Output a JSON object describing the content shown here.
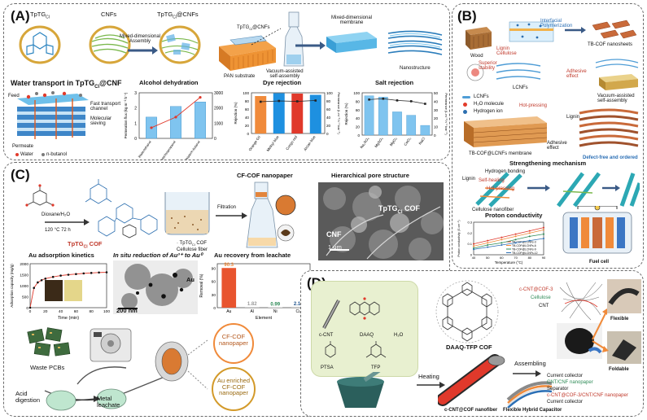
{
  "panels": {
    "A": {
      "label": "(A)",
      "top": {
        "tptgcl": "TpTG",
        "tptgcl_sub": "Cl",
        "cnfs": "CNFs",
        "composite": "TpTG",
        "composite_sub": "Cl",
        "composite_tail": "@CNFs",
        "assembly": "Mixed-dimensional\nAssembly",
        "substrate_film": "TpTG",
        "substrate_film_sub": "Cl",
        "substrate_film_tail": "@CNFs",
        "pan": "PAN substrate",
        "vacuum": "Vacuum-assisted\nself-assembly",
        "membrane": "Mixed-dimensional\nmembrane",
        "nano": "Nanostructure"
      },
      "transport": {
        "title": "Water transport in TpTG",
        "title_sub": "Cl",
        "title_tail": "@CNF",
        "feed": "Feed",
        "fast": "Fast transport\nchannel",
        "sieve": "Molecular\nsieving",
        "permeate": "Permeate",
        "legend_water": "Water",
        "legend_butanol": "n-butanol"
      },
      "alcohol": {
        "title": "Alcohol dehydration"
      },
      "dye": {
        "title": "Dye rejection"
      },
      "salt": {
        "title": "Salt rejection"
      }
    },
    "B": {
      "label": "(B)",
      "wood": "Wood",
      "lignin": "Lignin\nCellulose",
      "interfacial": "Interfacial\nPolymerization",
      "tbcof_ns": "TB-COF nanosheets",
      "superior": "Superior\nstability",
      "lcnfs": "LCNFs",
      "adhesive": "Adhesive\neffect",
      "vacuum": "Vacuum-assisted\nself-assembly",
      "legend_lcnfs": "LCNFs",
      "legend_h2o": "H₂O molecule",
      "legend_h": "Hydrogen ion",
      "hot": "Hot-pressing",
      "membrane": "TB-COF@LCNFs membrane",
      "adh2": "Adhesive\neffect",
      "lignin2": "Lignin",
      "defect": "Defect-free and ordered",
      "strength": "Strengthening mechanism",
      "hbond": "Hydrogen bonding",
      "selfheal": "Self-healing",
      "hotp2": "Hot-pressing",
      "lignin3": "Lignin",
      "cellnf": "Cellulose nanofiber",
      "proton": "Proton conductivity",
      "fuel": "Fuel cell"
    },
    "C": {
      "label": "(C)",
      "reagents": "Dioxane/H₂O",
      "conditions": "120 °C 72 h",
      "cof_name": "TpTG",
      "cof_sub": "Cl",
      "cof_tail": " COF",
      "filtration": "Filtration",
      "nanopaper": "CF-COF nanopaper",
      "mix1": "TpTG",
      "mix1_sub": "Cl",
      "mix1_tail": " COF",
      "mix2": "Cellulose fiber",
      "hier": "Hierarchical pore structure",
      "cnf": "CNF",
      "sem_cof": "TpTG",
      "sem_cof_sub": "Cl",
      "sem_cof_tail": " COF",
      "scale": "1 μm",
      "kinetics_title": "Au adsorption kinetics",
      "insitu_title": "In situ reduction of Au³⁺ to Au⁰",
      "tem_au": "Au",
      "tem_scale": "200 nm",
      "recovery_title": "Au recovery from leachate",
      "pcbs": "Waste PCBs",
      "acid": "Acid\ndigestion",
      "leach": "Metal\nleachate",
      "cfcof": "CF-COF\nnanopaper",
      "enriched": "Au enriched\nCF-COF\nnanopaper"
    },
    "D": {
      "label": "(D)",
      "cnt": "c-CNT",
      "daaq": "DAAQ",
      "h2o": "H₂O",
      "ptsa": "PTSA",
      "tfp": "TFP",
      "cof": "DAAQ-TFP COF",
      "heating": "Heating",
      "nanofiber": "c-CNT@COF nanofiber",
      "assembling": "Assembling",
      "capacitor": "Flexible Hybrid Capacitor",
      "leg_cnt_cof": "c-CNT@COF-3",
      "leg_cell": "Cellulose",
      "leg_cnt": "CNT",
      "layer1": "Current collector",
      "layer2": "CNT/CNF nanopaper",
      "layer3": "Separator",
      "layer4": "c-CNT@COF-3/CNT/CNF nanopaper",
      "layer5": "Current collector",
      "flexible": "Flexible",
      "foldable": "Foldable"
    }
  },
  "chart_data": [
    {
      "type": "bar",
      "title": "Alcohol dehydration",
      "categories": [
        "Water/ethanol",
        "Water/isopropanol",
        "Water/n-butanol"
      ],
      "series": [
        {
          "name": "Permeation flux",
          "values": [
            1.4,
            2.1,
            2.4
          ]
        },
        {
          "name": "Separation factor",
          "values": [
            700,
            1400,
            2700
          ]
        }
      ],
      "ylim_left": [
        0,
        3
      ],
      "ylim_right": [
        0,
        3000
      ],
      "ylabel_left": "Permeation flux (kg m⁻² h⁻¹)",
      "ylabel_right": "Separation factor"
    },
    {
      "type": "bar",
      "title": "Dye rejection",
      "categories": [
        "Orange GII",
        "Methyl blue",
        "Congo red",
        "Alcian blue"
      ],
      "series": [
        {
          "name": "Rejection",
          "values": [
            92,
            99,
            98,
            95
          ]
        },
        {
          "name": "Permeance",
          "values": [
            78,
            80,
            79,
            81
          ]
        }
      ],
      "ylim": [
        0,
        100
      ],
      "ylabel_left": "Rejection (%)",
      "ylabel_right": "Permeance (L m⁻² h⁻¹ bar⁻¹)"
    },
    {
      "type": "bar",
      "title": "Salt rejection",
      "categories": [
        "Na₂SO₄",
        "MgSO₄",
        "MgCl₂",
        "CaCl₂",
        "NaCl"
      ],
      "series": [
        {
          "name": "Rejection",
          "values": [
            93,
            90,
            55,
            47,
            23
          ]
        },
        {
          "name": "Permeance",
          "values": [
            42,
            43,
            41,
            40,
            37
          ]
        }
      ],
      "ylim_left": [
        0,
        100
      ],
      "ylim_right": [
        0,
        50
      ],
      "ylabel_left": "Rejection (%)",
      "ylabel_right": "Permeance (L m⁻² h⁻¹ bar⁻¹)"
    },
    {
      "type": "line",
      "title": "Au adsorption kinetics",
      "x": [
        0,
        5,
        10,
        15,
        20,
        30,
        40,
        50,
        60,
        70,
        80,
        90,
        100
      ],
      "y": [
        0,
        900,
        1150,
        1250,
        1320,
        1400,
        1460,
        1500,
        1530,
        1560,
        1580,
        1600,
        1610
      ],
      "xlabel": "Time (min)",
      "ylabel": "Adsorption capacity (mg/g)",
      "xlim": [
        0,
        100
      ],
      "ylim": [
        0,
        2000
      ],
      "xticks": [
        0,
        20,
        40,
        60,
        80,
        100
      ],
      "yticks": [
        0,
        500,
        1000,
        1500,
        2000
      ]
    },
    {
      "type": "bar",
      "title": "Au recovery from leachate",
      "categories": [
        "Au",
        "Al",
        "Ni",
        "Cu"
      ],
      "values": [
        90.3,
        1.82,
        0.99,
        2.12
      ],
      "labels": [
        "90.3",
        "1.82",
        "0.99",
        "2.12"
      ],
      "xlabel": "Element",
      "ylabel": "Removal (%)",
      "ylim": [
        0,
        100
      ],
      "yticks": [
        0,
        30,
        60,
        90
      ]
    },
    {
      "type": "line",
      "title": "Proton conductivity",
      "x": [
        40,
        50,
        60,
        70,
        80,
        90
      ],
      "series": [
        {
          "name": "TB-COF@LCNFs-3",
          "values": [
            0.1,
            0.13,
            0.16,
            0.19,
            0.22,
            0.25
          ]
        },
        {
          "name": "TB-COF@LCNFs-6",
          "values": [
            0.08,
            0.11,
            0.14,
            0.17,
            0.2,
            0.23
          ]
        },
        {
          "name": "TB-COF@LCNFs-9",
          "values": [
            0.06,
            0.09,
            0.11,
            0.14,
            0.17,
            0.19
          ]
        },
        {
          "name": "TB-COF@LCNFs-12",
          "values": [
            0.05,
            0.07,
            0.09,
            0.11,
            0.13,
            0.15
          ]
        }
      ],
      "xlabel": "Temperature (°C)",
      "ylabel": "Proton conductivity (S cm⁻¹)",
      "xlim": [
        40,
        90
      ],
      "ylim": [
        0,
        0.3
      ]
    }
  ],
  "colors": {
    "bar_blue": "#1e90e0",
    "bar_red": "#e0392b",
    "bar_orange": "#f08a3a",
    "bar_lightblue": "#7fc4ef",
    "cof_green": "#79b957",
    "teal": "#2ca8b4"
  }
}
